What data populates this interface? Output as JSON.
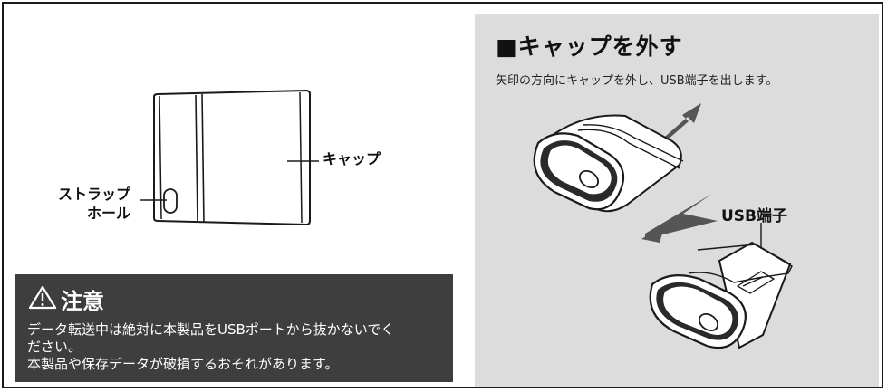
{
  "diagram": {
    "labels": {
      "cap": "キャップ",
      "strap_line1": "ストラップ",
      "strap_line2": "ホール"
    }
  },
  "remove_cap": {
    "heading": "■キャップを外す",
    "description": "矢印の方向にキャップを外し、USB端子を出します。",
    "usb_label": "USB端子"
  },
  "caution": {
    "title": "注意",
    "lines": [
      "データ転送中は絶対に本製品をUSBポートから抜かないでく",
      "ださい。",
      "本製品や保存データが破損するおそれがあります。"
    ]
  },
  "colors": {
    "caution_bg": "#3e3e3e",
    "panel_bg": "#dcdcdc",
    "ink": "#1a1a1a"
  },
  "icons": [
    "warning-triangle-icon",
    "arrow-up-right-icon",
    "arrow-down-left-icon"
  ]
}
